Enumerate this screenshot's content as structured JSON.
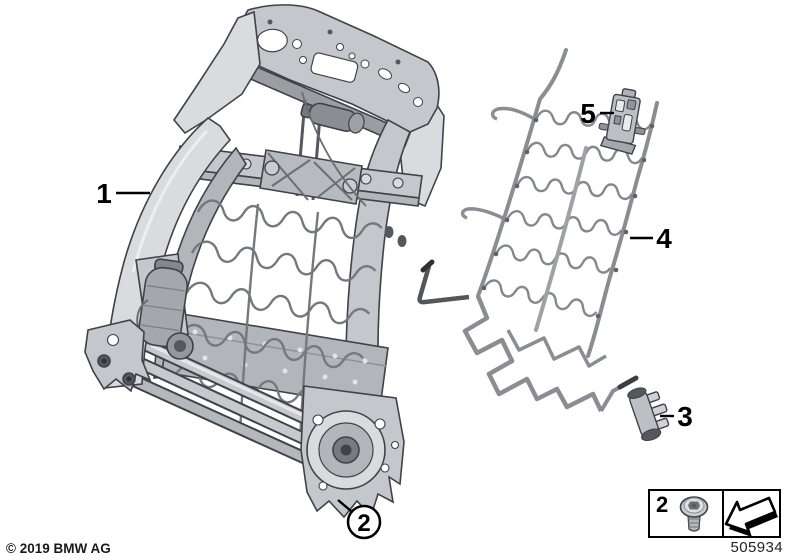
{
  "callouts": {
    "frame": "1",
    "fastener": "2",
    "clip": "3",
    "mat": "4",
    "bracket": "5"
  },
  "legend": {
    "item_number": "2",
    "icons": [
      "torx-screw-icon",
      "installation-direction-arrow-icon"
    ]
  },
  "part_number": "505934",
  "copyright": "© 2019 BMW AG",
  "colors": {
    "background": "#ffffff",
    "line": "#3f4248",
    "metal_light": "#d9dbde",
    "metal_mid": "#c4c7cb",
    "metal_dark": "#9a9da2",
    "wire": "#85888d",
    "label": "#000000"
  }
}
